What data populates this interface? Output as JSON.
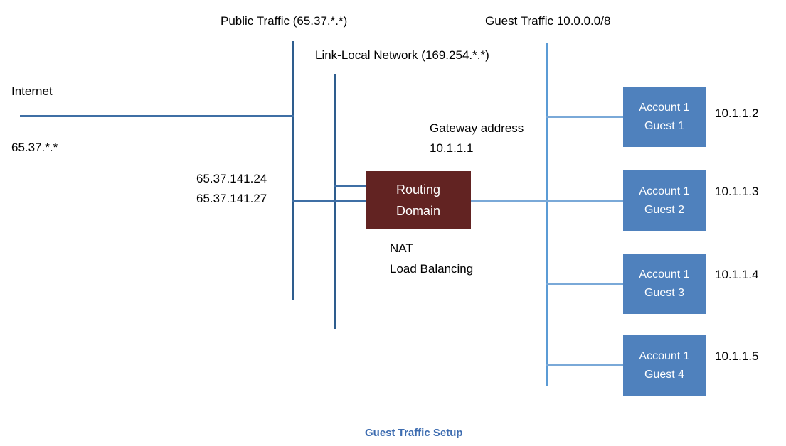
{
  "diagram": {
    "caption": "Guest Traffic Setup",
    "headers": {
      "public_traffic": "Public Traffic (65.37.*.*)",
      "link_local": "Link-Local Network (169.254.*.*)",
      "guest_traffic": "Guest Traffic 10.0.0.0/8"
    },
    "internet": {
      "label": "Internet",
      "subnet": "65.37.*.*"
    },
    "public_ips": {
      "line1": "65.37.141.24",
      "line2": "65.37.141.27"
    },
    "router": {
      "title_line1": "Routing",
      "title_line2": "Domain",
      "function_line1": "NAT",
      "function_line2": "Load Balancing"
    },
    "gateway": {
      "label": "Gateway address",
      "address": "10.1.1.1"
    },
    "guests": [
      {
        "account": "Account 1",
        "name": "Guest 1",
        "ip": "10.1.1.2"
      },
      {
        "account": "Account 1",
        "name": "Guest 2",
        "ip": "10.1.1.3"
      },
      {
        "account": "Account 1",
        "name": "Guest 3",
        "ip": "10.1.1.4"
      },
      {
        "account": "Account 1",
        "name": "Guest 4",
        "ip": "10.1.1.5"
      }
    ],
    "colors": {
      "guest_box": "#4f81bd",
      "router_box": "#622322",
      "line": "#3f6fa5",
      "caption": "#3d6cb0"
    }
  }
}
